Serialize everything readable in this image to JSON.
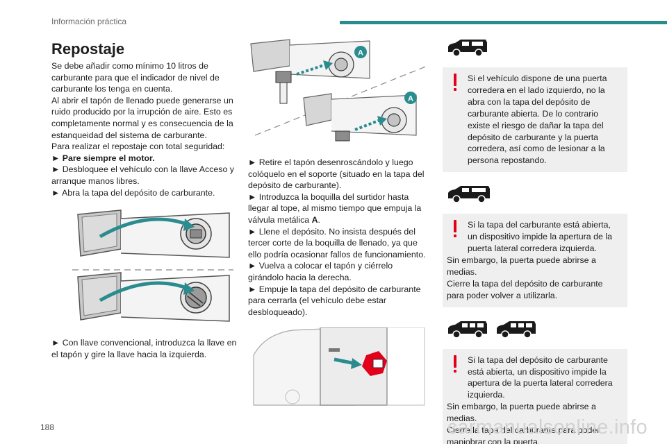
{
  "header": {
    "section": "Información práctica",
    "accent": "#2a8c8e"
  },
  "col1": {
    "title": "Repostaje",
    "paragraphs": [
      "Se debe añadir como mínimo 10 litros de carburante para que el indicador de nivel de carburante los tenga en cuenta.",
      "Al abrir el tapón de llenado puede generarse un ruido producido por la irrupción de aire. Esto es completamente normal y es consecuencia de la estanqueidad del sistema de carburante.",
      "Para realizar el repostaje con total seguridad:",
      "► Pare siempre el motor.",
      "► Desbloquee el vehículo con la llave Acceso y arranque manos libres.",
      "► Abra la tapa del depósito de carburante."
    ],
    "after_figure": "► Con llave convencional, introduzca la llave en el tapón y gire la llave hacia la izquierda."
  },
  "col2": {
    "callout_a1": "A",
    "callout_a2": "A",
    "steps_1": "► Retire el tapón desenroscándolo y luego colóquelo en el soporte (situado en la tapa del depósito de carburante).",
    "steps_2_pre": "► Introduzca la boquilla del surtidor hasta llegar al tope, al mismo tiempo que empuja la válvula metálica ",
    "steps_2_bold": "A",
    "steps_2_post": ".",
    "steps_3": "► Llene el depósito. No insista después del tercer corte de la boquilla de llenado, ya que ello podría ocasionar fallos de funcionamiento.",
    "steps_4": "► Vuelva a colocar el tapón y ciérrelo girándolo hacia la derecha.",
    "steps_5": "► Empuje la tapa del depósito de carburante para cerrarla (el vehículo debe estar desbloqueado)."
  },
  "col3": {
    "warn1": [
      "Si el vehículo dispone de una puerta corredera en el lado izquierdo, no la abra con la tapa del depósito de carburante abierta. De lo contrario existe el riesgo de dañar la tapa del depósito de carburante y la puerta corredera, así como de lesionar a la persona repostando."
    ],
    "warn2": [
      "Si la tapa del carburante está abierta, un dispositivo impide la apertura de la puerta lateral corredera izquierda.",
      "Sin embargo, la puerta puede abrirse a medias.",
      "Cierre la tapa del depósito de carburante para poder volver a utilizarla."
    ],
    "warn3": [
      "Si la tapa del depósito de carburante está abierta, un dispositivo impide la apertura de la puerta lateral corredera izquierda.",
      "Sin embargo, la puerta puede abrirse a medias.",
      "Cierre la tapa del carburante para poder maniobrar con la puerta."
    ],
    "warning_color": "#e2001a"
  },
  "footer": {
    "page_number": "188",
    "watermark": "carmanualsonline.info"
  }
}
